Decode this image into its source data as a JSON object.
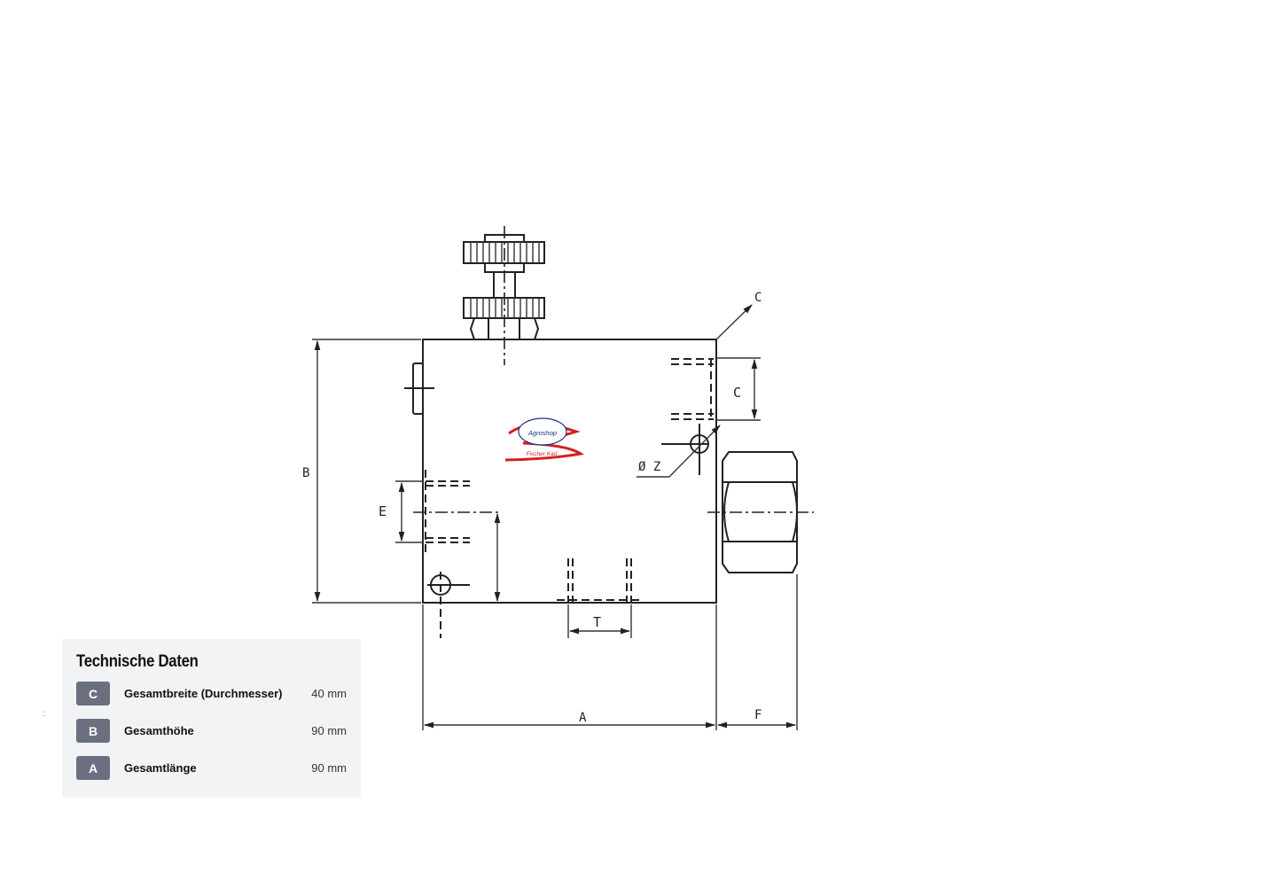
{
  "drawing": {
    "dimension_labels": {
      "top_chamfer": "C",
      "port_height": "C",
      "overall_height": "B",
      "diameter": "Ø Z",
      "side_port": "E",
      "bottom_port": "T",
      "overall_length": "A",
      "nut_width": "F"
    },
    "logo": {
      "text_top": "Agroshop",
      "text_bottom": "Fischer Karl",
      "color_primary": "#1c2f8a",
      "color_accent": "#d42020"
    }
  },
  "tech_panel": {
    "title": "Technische Daten",
    "rows": [
      {
        "badge": "C",
        "label": "Gesamtbreite (Durchmesser)",
        "value": "40 mm"
      },
      {
        "badge": "B",
        "label": "Gesamthöhe",
        "value": "90 mm"
      },
      {
        "badge": "A",
        "label": "Gesamtlänge",
        "value": "90 mm"
      }
    ],
    "badge_color": "#6b7080",
    "background_color": "#f1f3f4"
  },
  "stray_mark": ":"
}
